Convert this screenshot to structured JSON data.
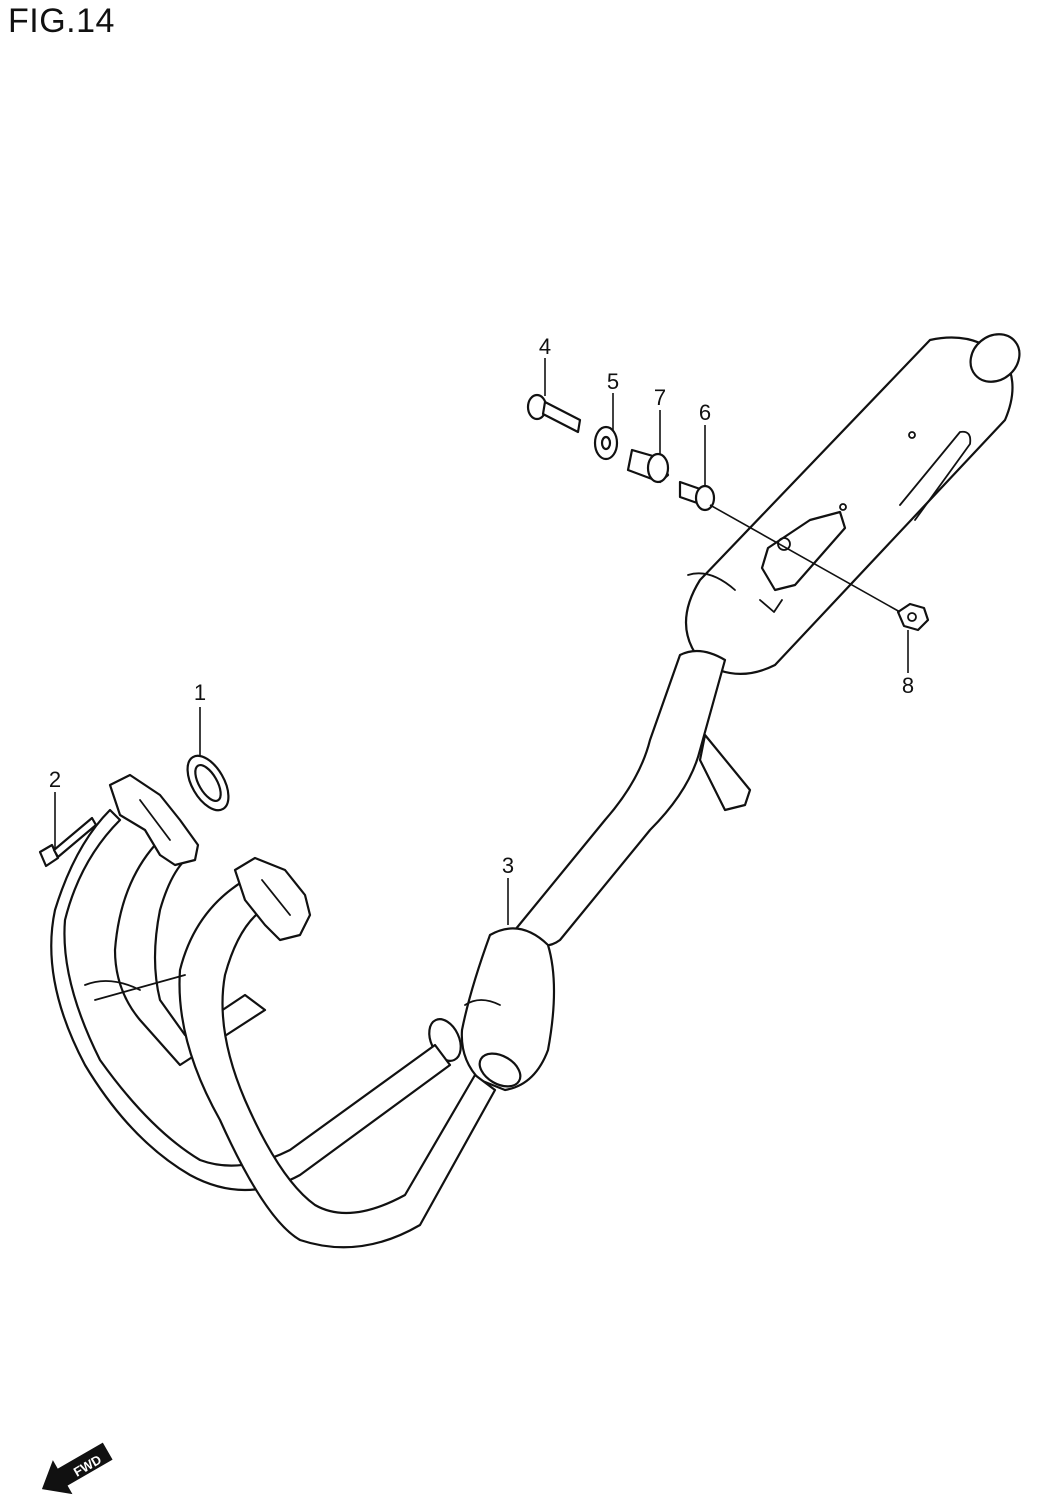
{
  "figure": {
    "title": "FIG.14",
    "fwd_label": "FWD"
  },
  "callouts": [
    {
      "number": "1",
      "part": "gasket"
    },
    {
      "number": "2",
      "part": "bolt"
    },
    {
      "number": "3",
      "part": "muffler-assembly"
    },
    {
      "number": "4",
      "part": "bolt"
    },
    {
      "number": "5",
      "part": "washer"
    },
    {
      "number": "6",
      "part": "spacer"
    },
    {
      "number": "7",
      "part": "cushion"
    },
    {
      "number": "8",
      "part": "nut"
    }
  ]
}
